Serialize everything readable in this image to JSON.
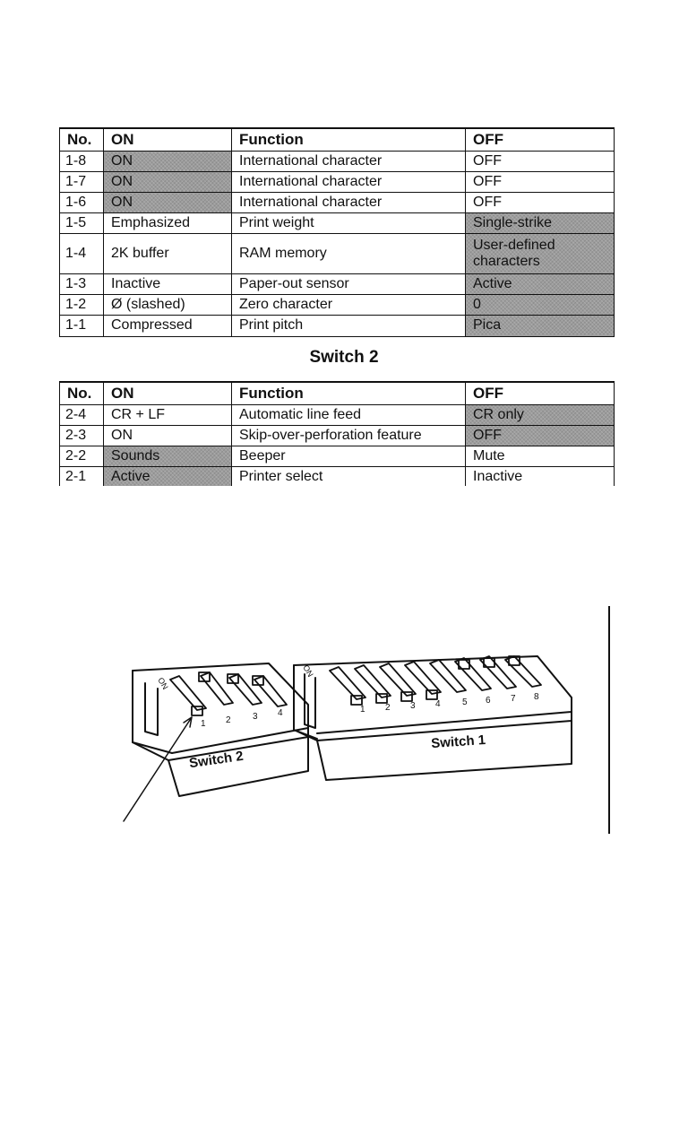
{
  "switch1": {
    "headers": [
      "No.",
      "ON",
      "Function",
      "OFF"
    ],
    "rows": [
      {
        "no": "1-8",
        "on": "ON",
        "func": "International character",
        "off": "OFF"
      },
      {
        "no": "1-7",
        "on": "ON",
        "func": "International character",
        "off": "OFF"
      },
      {
        "no": "1-6",
        "on": "ON",
        "func": "International character",
        "off": "OFF"
      },
      {
        "no": "1-5",
        "on": "Emphasized",
        "func": "Print weight",
        "off": "Single-strike"
      },
      {
        "no": "1-4",
        "on": "2K buffer",
        "func": "RAM memory",
        "off": "User-defined characters"
      },
      {
        "no": "1-3",
        "on": "Inactive",
        "func": "Paper-out sensor",
        "off": "Active"
      },
      {
        "no": "1-2",
        "on": "Ø (slashed)",
        "func": "Zero character",
        "off": "0"
      },
      {
        "no": "1-1",
        "on": "Compressed",
        "func": "Print pitch",
        "off": "Pica"
      }
    ]
  },
  "switch2": {
    "title": "Switch 2",
    "headers": [
      "No.",
      "ON",
      "Function",
      "OFF"
    ],
    "rows": [
      {
        "no": "2-4",
        "on": "CR + LF",
        "func": "Automatic line feed",
        "off": "CR only"
      },
      {
        "no": "2-3",
        "on": "ON",
        "func": "Skip-over-perforation feature",
        "off": "OFF"
      },
      {
        "no": "2-2",
        "on": "Sounds",
        "func": "Beeper",
        "off": "Mute"
      },
      {
        "no": "2-1",
        "on": "Active",
        "func": "Printer select",
        "off": "Inactive"
      }
    ]
  },
  "diagram": {
    "switch1_label": "Switch 1",
    "switch2_label": "Switch 2",
    "on_label": "ON",
    "switch1_numbers": [
      "1",
      "2",
      "3",
      "4",
      "5",
      "6",
      "7",
      "8"
    ],
    "switch2_numbers": [
      "1",
      "2",
      "3",
      "4"
    ]
  }
}
